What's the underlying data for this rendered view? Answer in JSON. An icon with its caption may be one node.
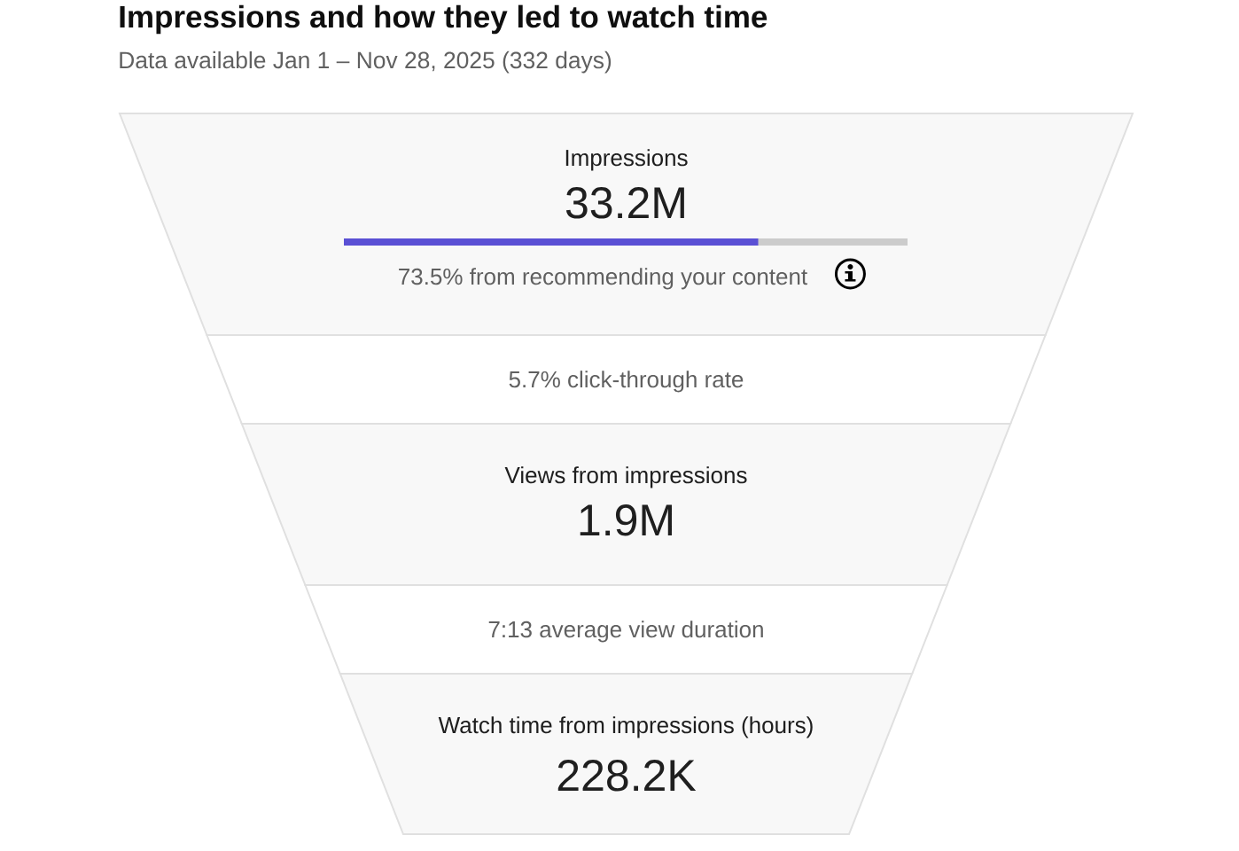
{
  "diagram": {
    "title": "Impressions and how they led to watch time",
    "nodes": [
      {
        "text": [
          "Impressions",
          "33.2M",
          "73.5% from recommending your content"
        ]
      },
      {
        "text": [
          "5.7% click-through rate"
        ]
      },
      {
        "text": [
          "Views from impressions",
          "1.9M"
        ]
      },
      {
        "text": [
          "7:13 average view duration"
        ]
      },
      {
        "text": [
          "Watch time from impressions (hours)",
          "228.2K"
        ]
      }
    ],
    "labels": [
      "Data available Jan 1 – Nov 28, 2025 (332 days)"
    ]
  }
}
